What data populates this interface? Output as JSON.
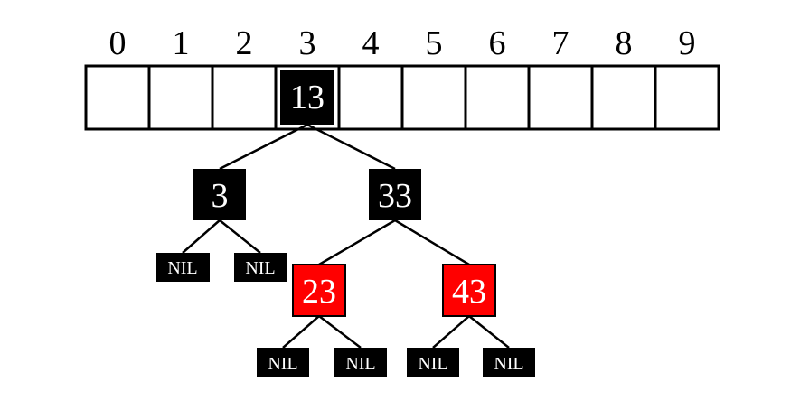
{
  "table": {
    "indices": [
      "0",
      "1",
      "2",
      "3",
      "4",
      "5",
      "6",
      "7",
      "8",
      "9"
    ]
  },
  "tree": {
    "root": {
      "label": "13",
      "color": "black"
    },
    "left": {
      "label": "3",
      "color": "black"
    },
    "right": {
      "label": "33",
      "color": "black"
    },
    "right_left": {
      "label": "23",
      "color": "red"
    },
    "right_right": {
      "label": "43",
      "color": "red"
    },
    "nil_label": "NIL"
  },
  "colors": {
    "black": "#000000",
    "red": "#ff0000"
  }
}
